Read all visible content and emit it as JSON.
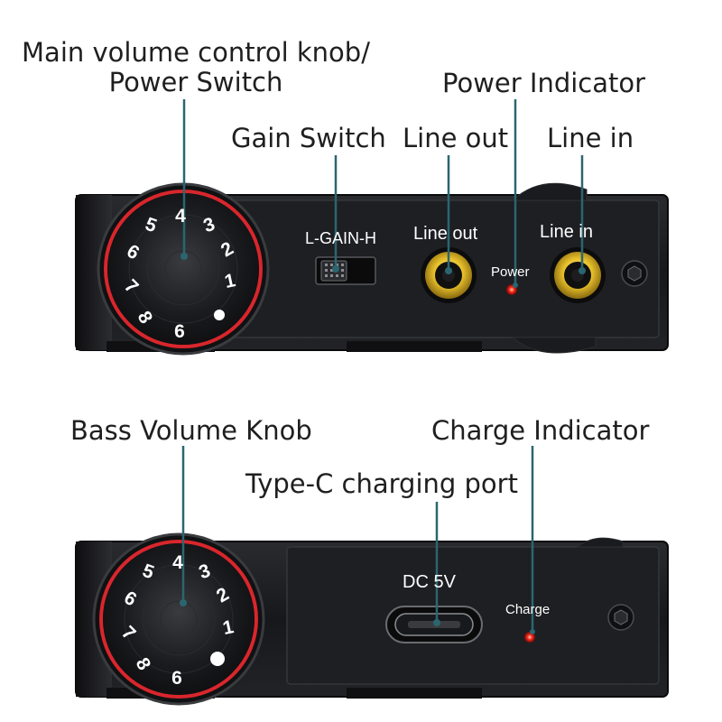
{
  "callouts": {
    "main_volume_line1": "Main volume control knob/",
    "main_volume_line2": "Power Switch",
    "power_indicator": "Power Indicator",
    "gain_switch": "Gain Switch",
    "line_out": "Line out",
    "line_in": "Line in",
    "bass_volume": "Bass Volume Knob",
    "charge_indicator": "Charge Indicator",
    "type_c": "Type-C charging port"
  },
  "top_panel": {
    "gain_label": "L-GAIN-H",
    "line_out_label": "Line out",
    "power_label": "Power",
    "line_in_label": "Line in",
    "knob_numbers": [
      "1",
      "2",
      "3",
      "4",
      "5",
      "6",
      "7",
      "8",
      "6"
    ]
  },
  "bottom_panel": {
    "dc_label": "DC 5V",
    "charge_label": "Charge",
    "knob_numbers": [
      "1",
      "2",
      "3",
      "4",
      "5",
      "6",
      "7",
      "8",
      "6"
    ]
  },
  "colors": {
    "device_body": "#1c1d20",
    "knob_ring": "#d9262c",
    "jack_gold": "#e8c12a",
    "led_red": "#ff2a1a",
    "callout_line": "#2b6670"
  }
}
